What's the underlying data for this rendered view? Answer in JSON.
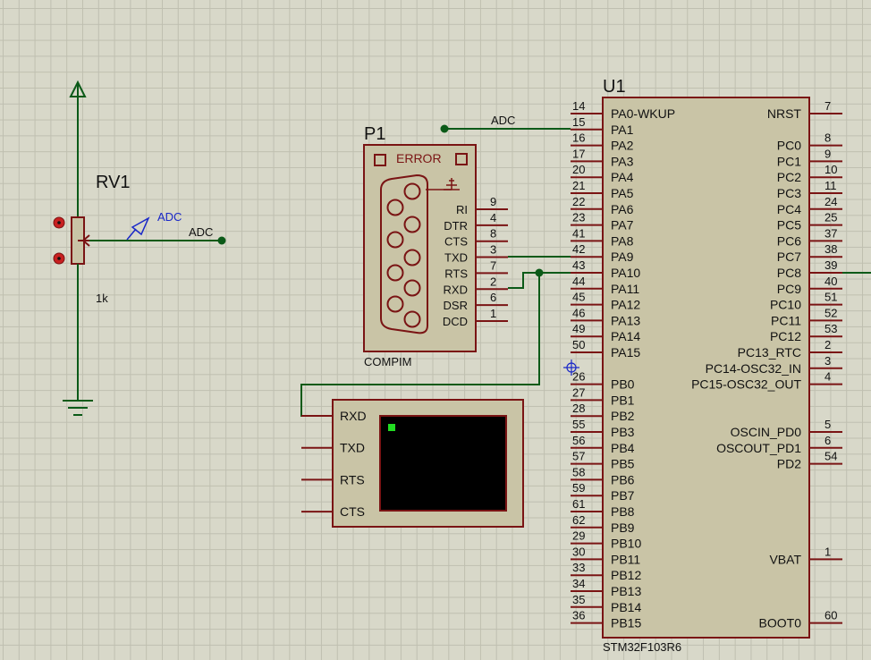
{
  "rv1": {
    "ref": "RV1",
    "value": "1k",
    "probe_label": "ADC",
    "net_label": "ADC"
  },
  "p1": {
    "ref": "P1",
    "error": "ERROR",
    "part": "COMPIM",
    "pins": [
      {
        "name": "RI",
        "num": "9"
      },
      {
        "name": "DTR",
        "num": "4"
      },
      {
        "name": "CTS",
        "num": "8"
      },
      {
        "name": "TXD",
        "num": "3"
      },
      {
        "name": "RTS",
        "num": "7"
      },
      {
        "name": "RXD",
        "num": "2"
      },
      {
        "name": "DSR",
        "num": "6"
      },
      {
        "name": "DCD",
        "num": "1"
      }
    ]
  },
  "net_adc": "ADC",
  "terminal": {
    "pins": [
      "RXD",
      "TXD",
      "RTS",
      "CTS"
    ]
  },
  "u1": {
    "ref": "U1",
    "part": "STM32F103R6",
    "left_pins": [
      {
        "name": "PA0-WKUP",
        "num": "14"
      },
      {
        "name": "PA1",
        "num": "15"
      },
      {
        "name": "PA2",
        "num": "16"
      },
      {
        "name": "PA3",
        "num": "17"
      },
      {
        "name": "PA4",
        "num": "20"
      },
      {
        "name": "PA5",
        "num": "21"
      },
      {
        "name": "PA6",
        "num": "22"
      },
      {
        "name": "PA7",
        "num": "23"
      },
      {
        "name": "PA8",
        "num": "41"
      },
      {
        "name": "PA9",
        "num": "42"
      },
      {
        "name": "PA10",
        "num": "43"
      },
      {
        "name": "PA11",
        "num": "44"
      },
      {
        "name": "PA12",
        "num": "45"
      },
      {
        "name": "PA13",
        "num": "46"
      },
      {
        "name": "PA14",
        "num": "49"
      },
      {
        "name": "PA15",
        "num": "50"
      },
      {
        "name": "",
        "num": ""
      },
      {
        "name": "PB0",
        "num": "26"
      },
      {
        "name": "PB1",
        "num": "27"
      },
      {
        "name": "PB2",
        "num": "28"
      },
      {
        "name": "PB3",
        "num": "55"
      },
      {
        "name": "PB4",
        "num": "56"
      },
      {
        "name": "PB5",
        "num": "57"
      },
      {
        "name": "PB6",
        "num": "58"
      },
      {
        "name": "PB7",
        "num": "59"
      },
      {
        "name": "PB8",
        "num": "61"
      },
      {
        "name": "PB9",
        "num": "62"
      },
      {
        "name": "PB10",
        "num": "29"
      },
      {
        "name": "PB11",
        "num": "30"
      },
      {
        "name": "PB12",
        "num": "33"
      },
      {
        "name": "PB13",
        "num": "34"
      },
      {
        "name": "PB14",
        "num": "35"
      },
      {
        "name": "PB15",
        "num": "36"
      }
    ],
    "right_pins": [
      {
        "name": "NRST",
        "num": "7"
      },
      {
        "name": "",
        "num": ""
      },
      {
        "name": "PC0",
        "num": "8"
      },
      {
        "name": "PC1",
        "num": "9"
      },
      {
        "name": "PC2",
        "num": "10"
      },
      {
        "name": "PC3",
        "num": "11"
      },
      {
        "name": "PC4",
        "num": "24"
      },
      {
        "name": "PC5",
        "num": "25"
      },
      {
        "name": "PC6",
        "num": "37"
      },
      {
        "name": "PC7",
        "num": "38"
      },
      {
        "name": "PC8",
        "num": "39"
      },
      {
        "name": "PC9",
        "num": "40"
      },
      {
        "name": "PC10",
        "num": "51"
      },
      {
        "name": "PC11",
        "num": "52"
      },
      {
        "name": "PC12",
        "num": "53"
      },
      {
        "name": "PC13_RTC",
        "num": "2"
      },
      {
        "name": "PC14-OSC32_IN",
        "num": "3"
      },
      {
        "name": "PC15-OSC32_OUT",
        "num": "4"
      },
      {
        "name": "",
        "num": ""
      },
      {
        "name": "",
        "num": ""
      },
      {
        "name": "OSCIN_PD0",
        "num": "5"
      },
      {
        "name": "OSCOUT_PD1",
        "num": "6"
      },
      {
        "name": "PD2",
        "num": "54"
      },
      {
        "name": "",
        "num": ""
      },
      {
        "name": "",
        "num": ""
      },
      {
        "name": "",
        "num": ""
      },
      {
        "name": "",
        "num": ""
      },
      {
        "name": "",
        "num": ""
      },
      {
        "name": "VBAT",
        "num": "1"
      },
      {
        "name": "",
        "num": ""
      },
      {
        "name": "",
        "num": ""
      },
      {
        "name": "",
        "num": ""
      },
      {
        "name": "BOOT0",
        "num": "60"
      }
    ]
  },
  "colors": {
    "body": "#c9c4a6",
    "outline": "#7a1414",
    "wire": "#0b5a18",
    "text": "#111111",
    "probe": "#1a28c8",
    "screen": "#000000",
    "led": "#22dd22"
  }
}
